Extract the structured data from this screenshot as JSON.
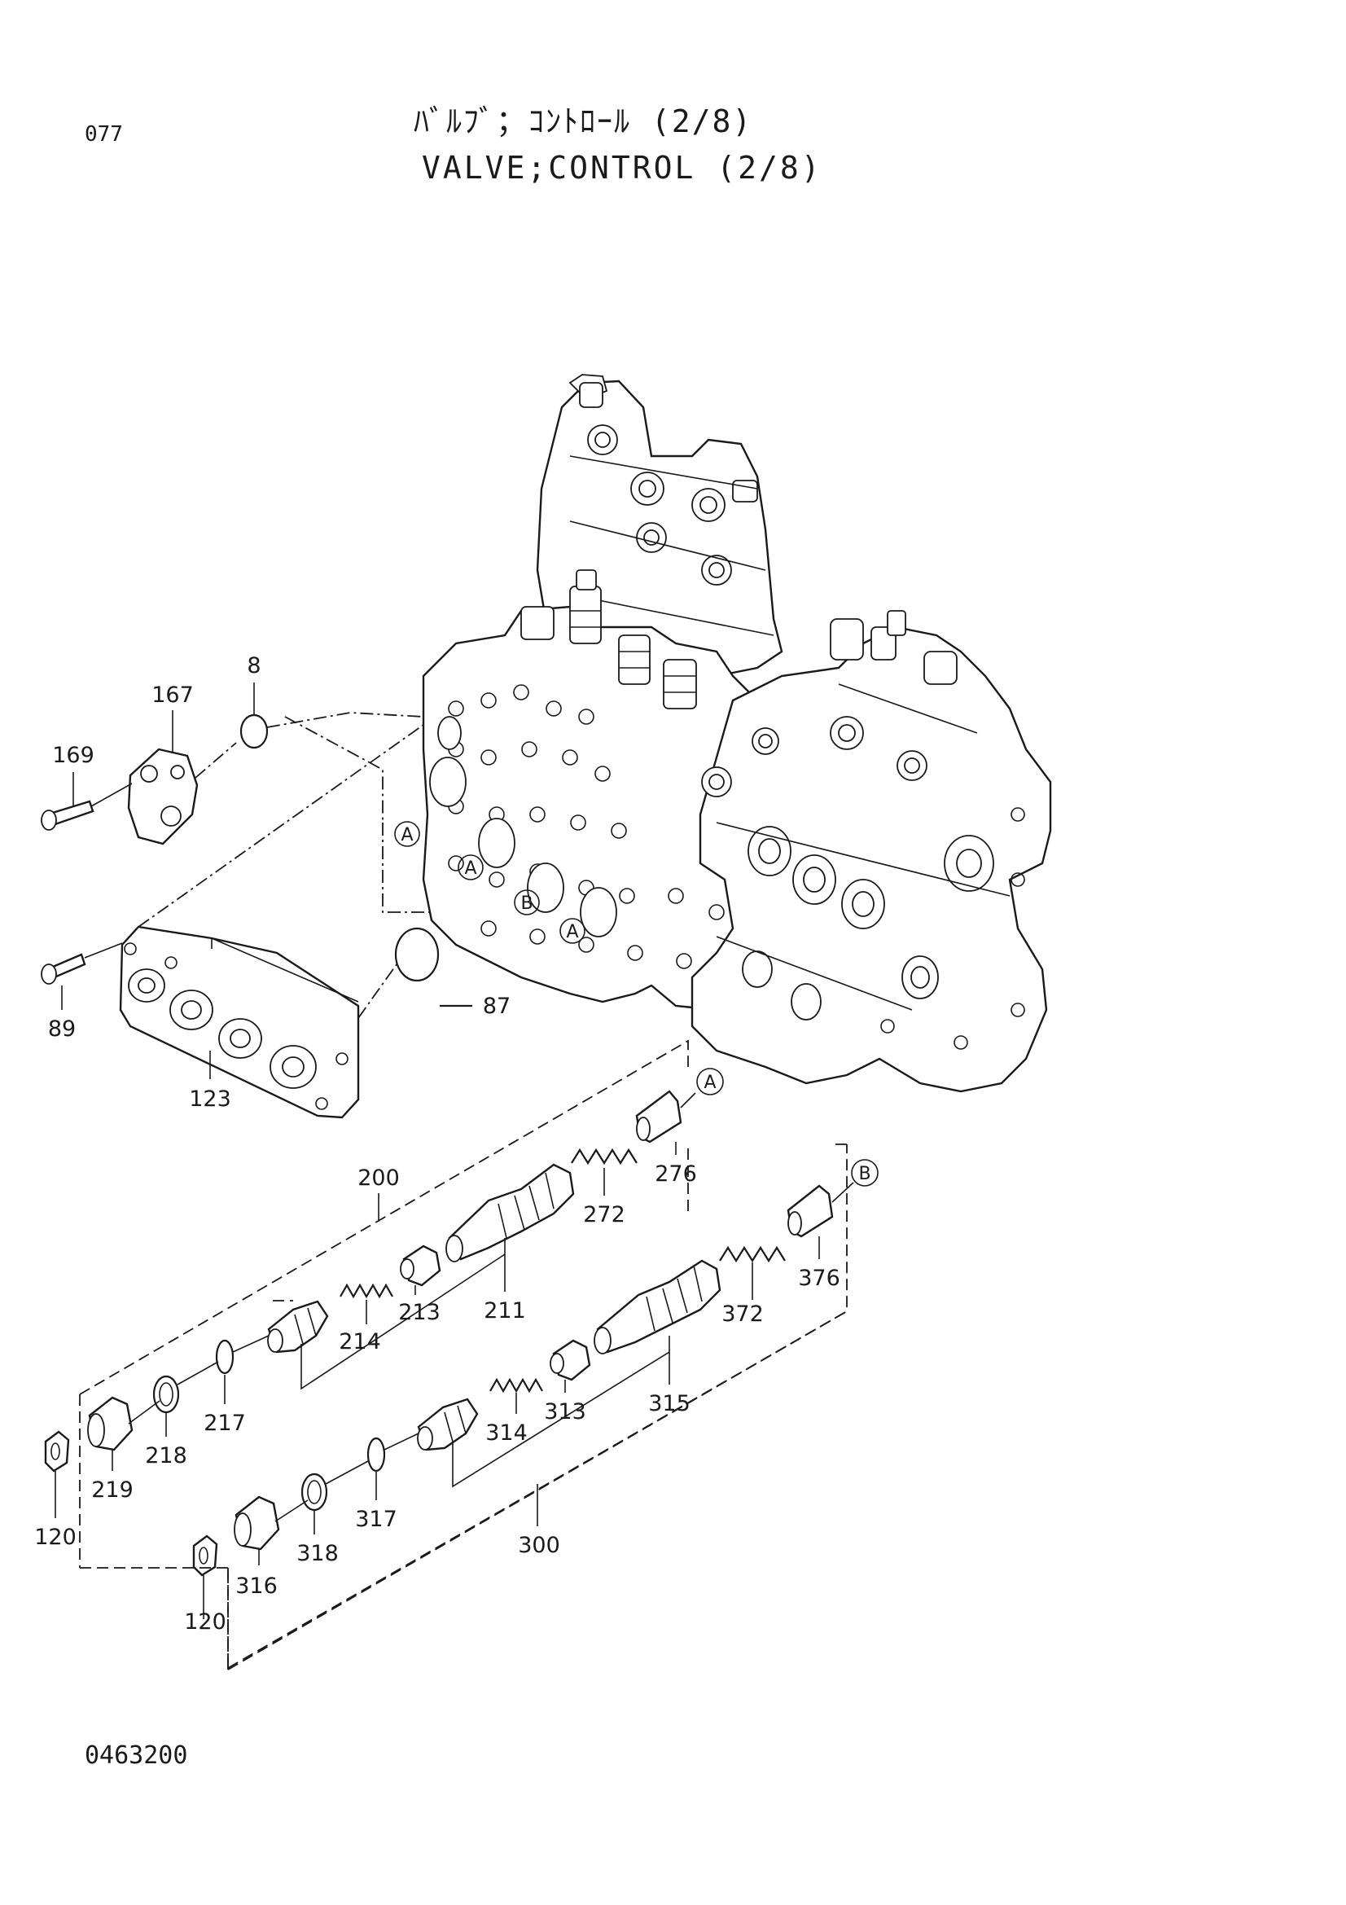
{
  "header": {
    "page_number": "077",
    "title_jp": "ﾊﾞﾙﾌﾞ；ｺﾝﾄﾛｰﾙ (2/8)",
    "title_en": "VALVE;CONTROL (2/8)"
  },
  "footer": {
    "document_code": "0463200"
  },
  "ref_marks": {
    "a": "A",
    "b": "B"
  },
  "parts": [
    {
      "id": "p8",
      "label": "8"
    },
    {
      "id": "p167",
      "label": "167"
    },
    {
      "id": "p169",
      "label": "169"
    },
    {
      "id": "p87",
      "label": "87"
    },
    {
      "id": "p89",
      "label": "89"
    },
    {
      "id": "p123",
      "label": "123"
    },
    {
      "id": "p200",
      "label": "200"
    },
    {
      "id": "p276",
      "label": "276"
    },
    {
      "id": "p272",
      "label": "272"
    },
    {
      "id": "p213",
      "label": "213"
    },
    {
      "id": "p211",
      "label": "211"
    },
    {
      "id": "p214",
      "label": "214"
    },
    {
      "id": "p217",
      "label": "217"
    },
    {
      "id": "p218",
      "label": "218"
    },
    {
      "id": "p219",
      "label": "219"
    },
    {
      "id": "p120a",
      "label": "120"
    },
    {
      "id": "p376",
      "label": "376"
    },
    {
      "id": "p372",
      "label": "372"
    },
    {
      "id": "p313",
      "label": "313"
    },
    {
      "id": "p315",
      "label": "315"
    },
    {
      "id": "p314",
      "label": "314"
    },
    {
      "id": "p317",
      "label": "317"
    },
    {
      "id": "p318",
      "label": "318"
    },
    {
      "id": "p316",
      "label": "316"
    },
    {
      "id": "p120b",
      "label": "120"
    },
    {
      "id": "p300",
      "label": "300"
    }
  ]
}
